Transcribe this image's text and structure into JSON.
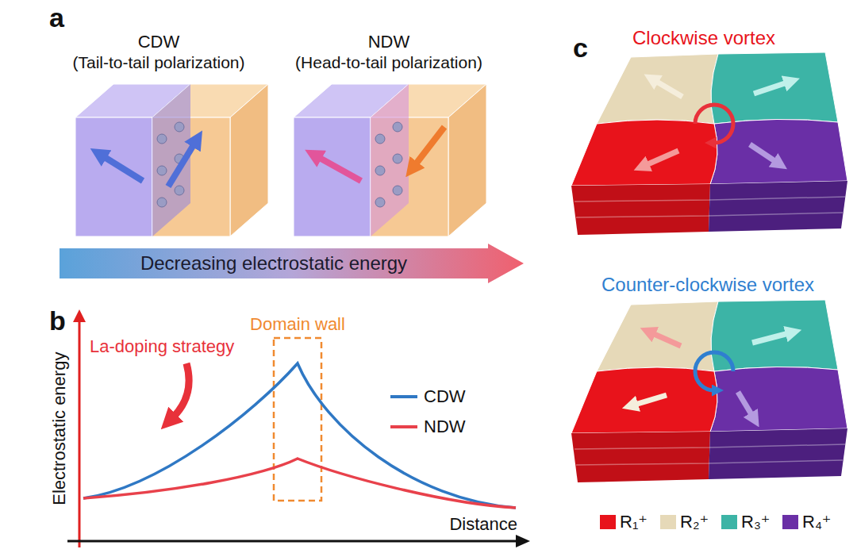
{
  "diagram": {
    "nodes": [
      {
        "text": [
          "CDW",
          "(Tail-to-tail polarization)"
        ]
      },
      {
        "text": [
          "NDW",
          "(Head-to-tail polarization)"
        ]
      },
      {
        "text": [
          "Decreasing electrostatic energy"
        ]
      },
      {
        "text": [
          "Domain wall"
        ]
      }
    ],
    "labels": [
      "a",
      "b",
      "Electrostatic energy",
      "La-doping strategy",
      "Distance",
      "c",
      "Clockwise vortex",
      "Counter-clockwise vortex"
    ],
    "legend": [
      {
        "text": "CDW"
      },
      {
        "text": "NDW"
      },
      {
        "text": "R₁⁺",
        "color": "#e8131b"
      },
      {
        "text": "R₂⁺",
        "color": "#e6d9b8"
      },
      {
        "text": "R₃⁺",
        "color": "#3cb4a6"
      },
      {
        "text": "R₄⁺",
        "color": "#6a2fa6"
      }
    ]
  }
}
